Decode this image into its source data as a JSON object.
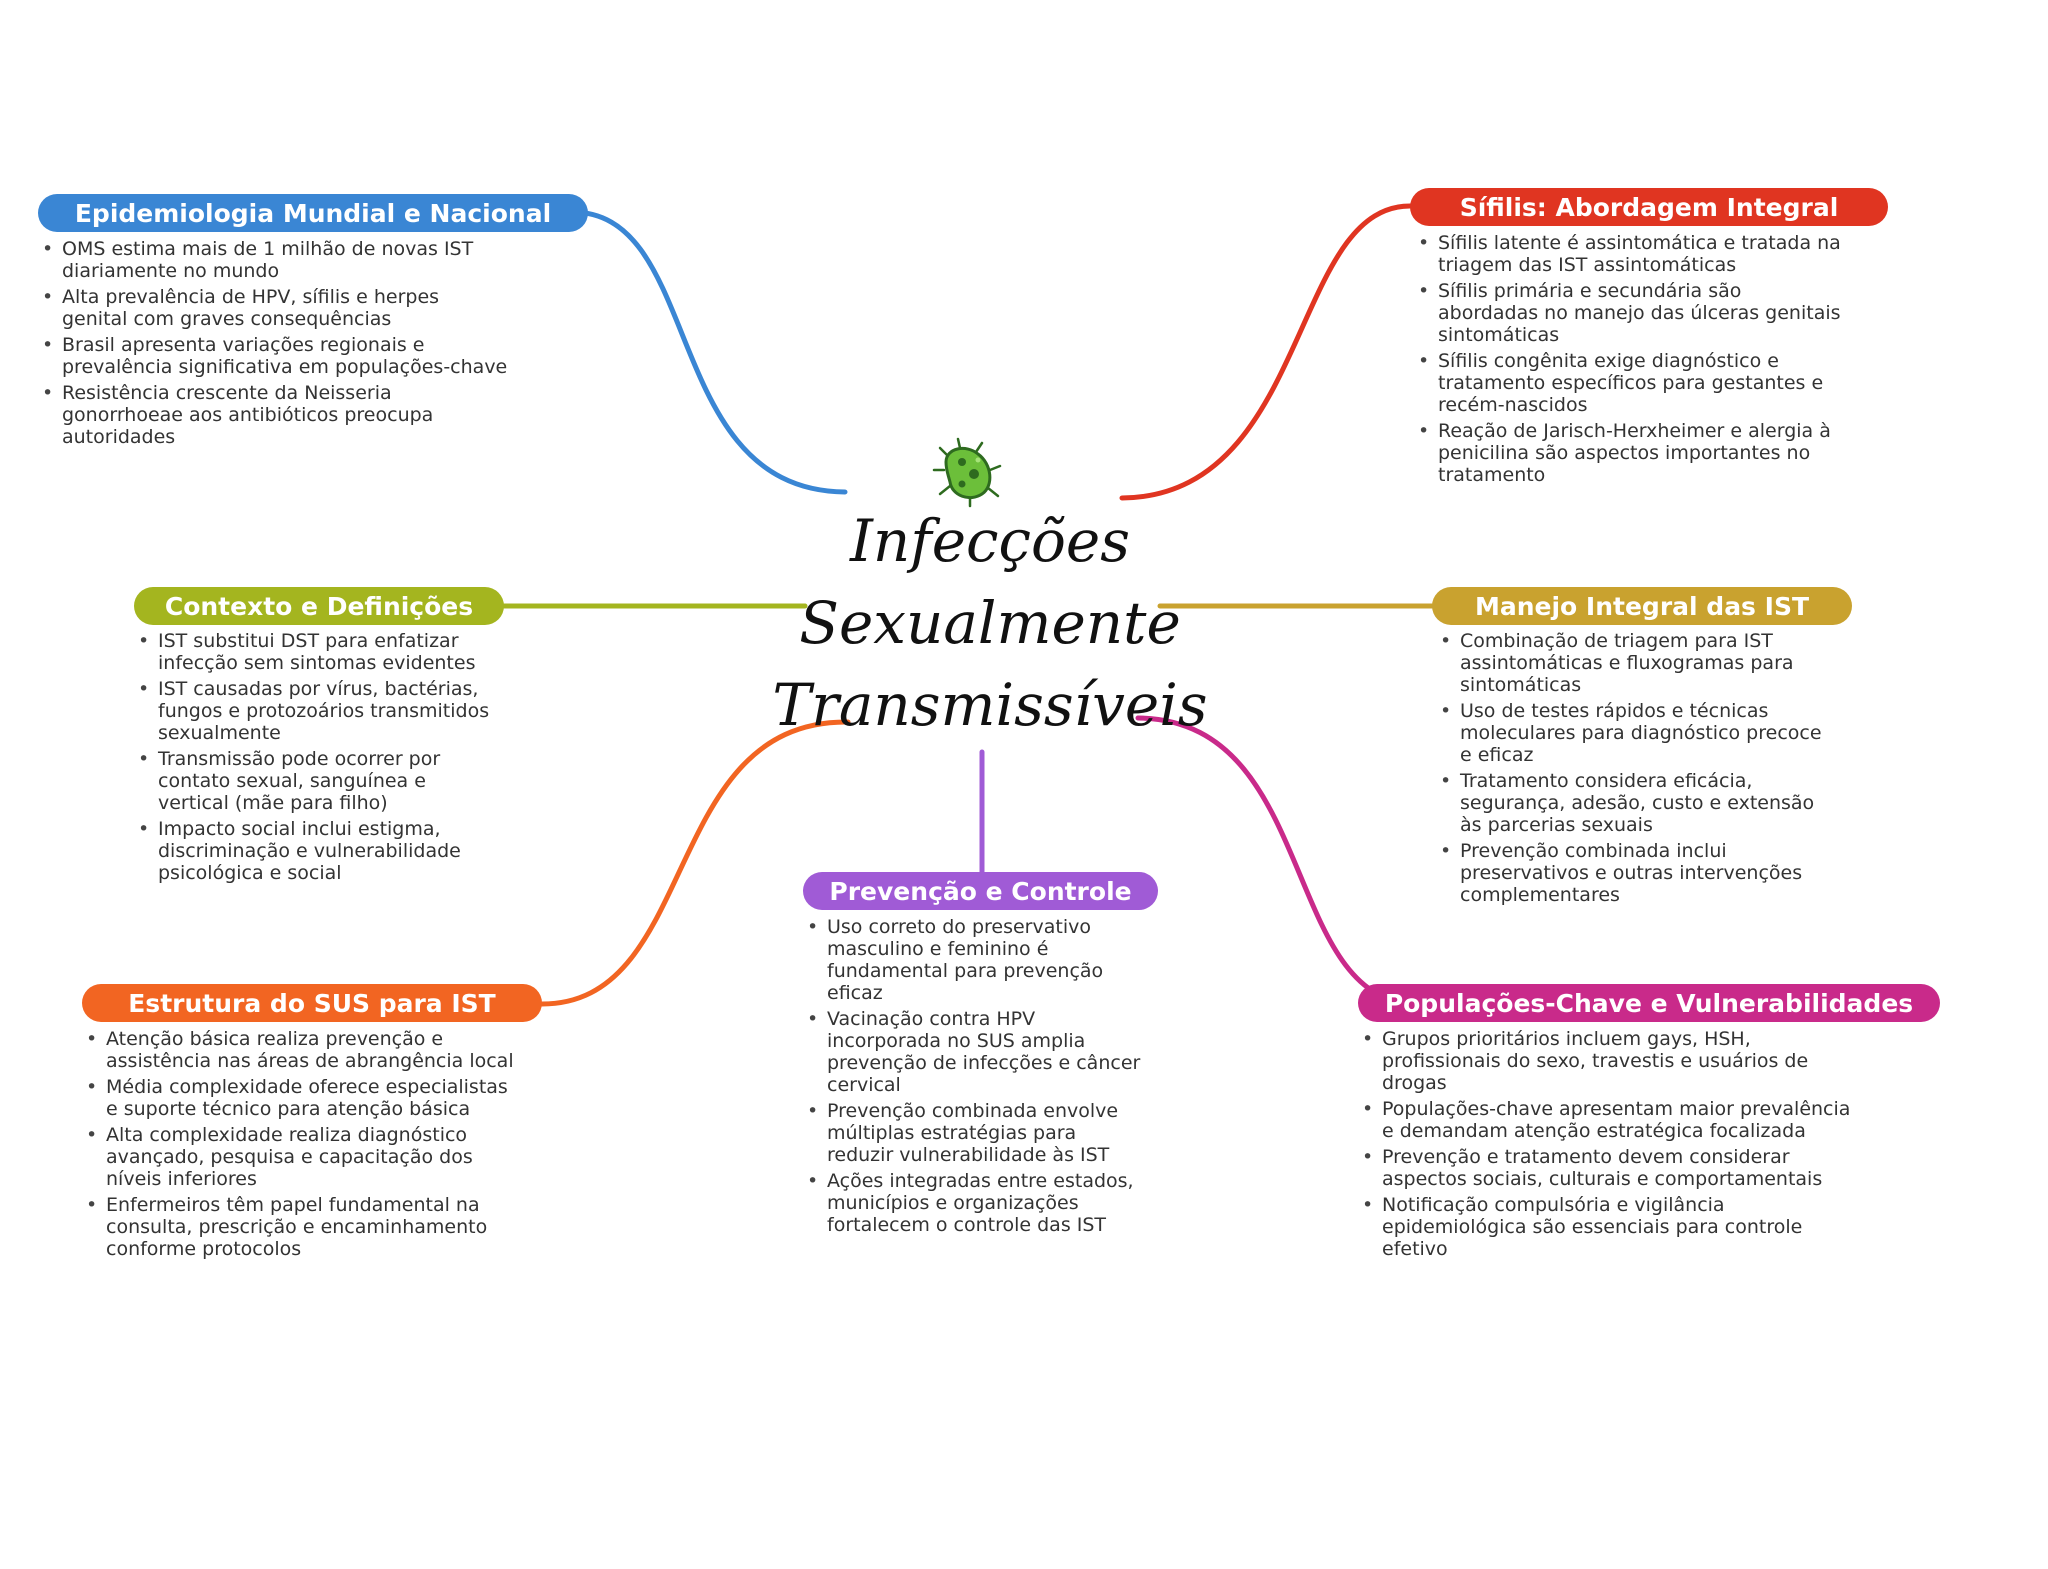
{
  "title": {
    "lines": [
      "Infecções",
      "Sexualmente",
      "Transmissíveis"
    ],
    "icon": "microbe-icon"
  },
  "colors": {
    "blue": "#3a86d4",
    "red": "#e03521",
    "olive": "#a4b51f",
    "gold": "#c9a22f",
    "orange": "#f26522",
    "purple": "#a05bd6",
    "magenta": "#c92a8a"
  },
  "topics": {
    "epidemiologia": {
      "label": "Epidemiologia Mundial e Nacional",
      "color": "#3a86d4",
      "items": [
        "OMS estima mais de 1 milhão de novas IST diariamente no mundo",
        "Alta prevalência de HPV, sífilis e herpes genital com graves consequências",
        "Brasil apresenta variações regionais e prevalência significativa em populações-chave",
        "Resistência crescente da Neisseria gonorrhoeae aos antibióticos preocupa autoridades"
      ]
    },
    "sifilis": {
      "label": "Sífilis: Abordagem Integral",
      "color": "#e03521",
      "items": [
        "Sífilis latente é assintomática e tratada na triagem das IST assintomáticas",
        "Sífilis primária e secundária são abordadas no manejo das úlceras genitais sintomáticas",
        "Sífilis congênita exige diagnóstico e tratamento específicos para gestantes e recém-nascidos",
        "Reação de Jarisch-Herxheimer e alergia à penicilina são aspectos importantes no tratamento"
      ]
    },
    "contexto": {
      "label": "Contexto e Definições",
      "color": "#a4b51f",
      "items": [
        "IST substitui DST para enfatizar infecção sem sintomas evidentes",
        "IST causadas por vírus, bactérias, fungos e protozoários transmitidos sexualmente",
        "Transmissão pode ocorrer por contato sexual, sanguínea e vertical (mãe para filho)",
        "Impacto social inclui estigma, discriminação e vulnerabilidade psicológica e social"
      ]
    },
    "manejo": {
      "label": "Manejo Integral das IST",
      "color": "#c9a22f",
      "items": [
        "Combinação de triagem para IST assintomáticas e fluxogramas para sintomáticas",
        "Uso de testes rápidos e técnicas moleculares para diagnóstico precoce e eficaz",
        "Tratamento considera eficácia, segurança, adesão, custo e extensão às parcerias sexuais",
        "Prevenção combinada inclui preservativos e outras intervenções complementares"
      ]
    },
    "prevencao": {
      "label": "Prevenção e Controle",
      "color": "#a05bd6",
      "items": [
        "Uso correto do preservativo masculino e feminino é fundamental para prevenção eficaz",
        "Vacinação contra HPV incorporada no SUS amplia prevenção de infecções e câncer cervical",
        "Prevenção combinada envolve múltiplas estratégias para reduzir vulnerabilidade às IST",
        "Ações integradas entre estados, municípios e organizações fortalecem o controle das IST"
      ]
    },
    "sus": {
      "label": "Estrutura do SUS para IST",
      "color": "#f26522",
      "items": [
        "Atenção básica realiza prevenção e assistência nas áreas de abrangência local",
        "Média complexidade oferece especialistas e suporte técnico para atenção básica",
        "Alta complexidade realiza diagnóstico avançado, pesquisa e capacitação dos níveis inferiores",
        "Enfermeiros têm papel fundamental na consulta, prescrição e encaminhamento conforme protocolos"
      ]
    },
    "populacoes": {
      "label": "Populações-Chave e Vulnerabilidades",
      "color": "#c92a8a",
      "items": [
        "Grupos prioritários incluem gays, HSH, profissionais do sexo, travestis e usuários de drogas",
        "Populações-chave apresentam maior prevalência e demandam atenção estratégica focalizada",
        "Prevenção e tratamento devem considerar aspectos sociais, culturais e comportamentais",
        "Notificação compulsória e vigilância epidemiológica são essenciais para controle efetivo"
      ]
    }
  }
}
